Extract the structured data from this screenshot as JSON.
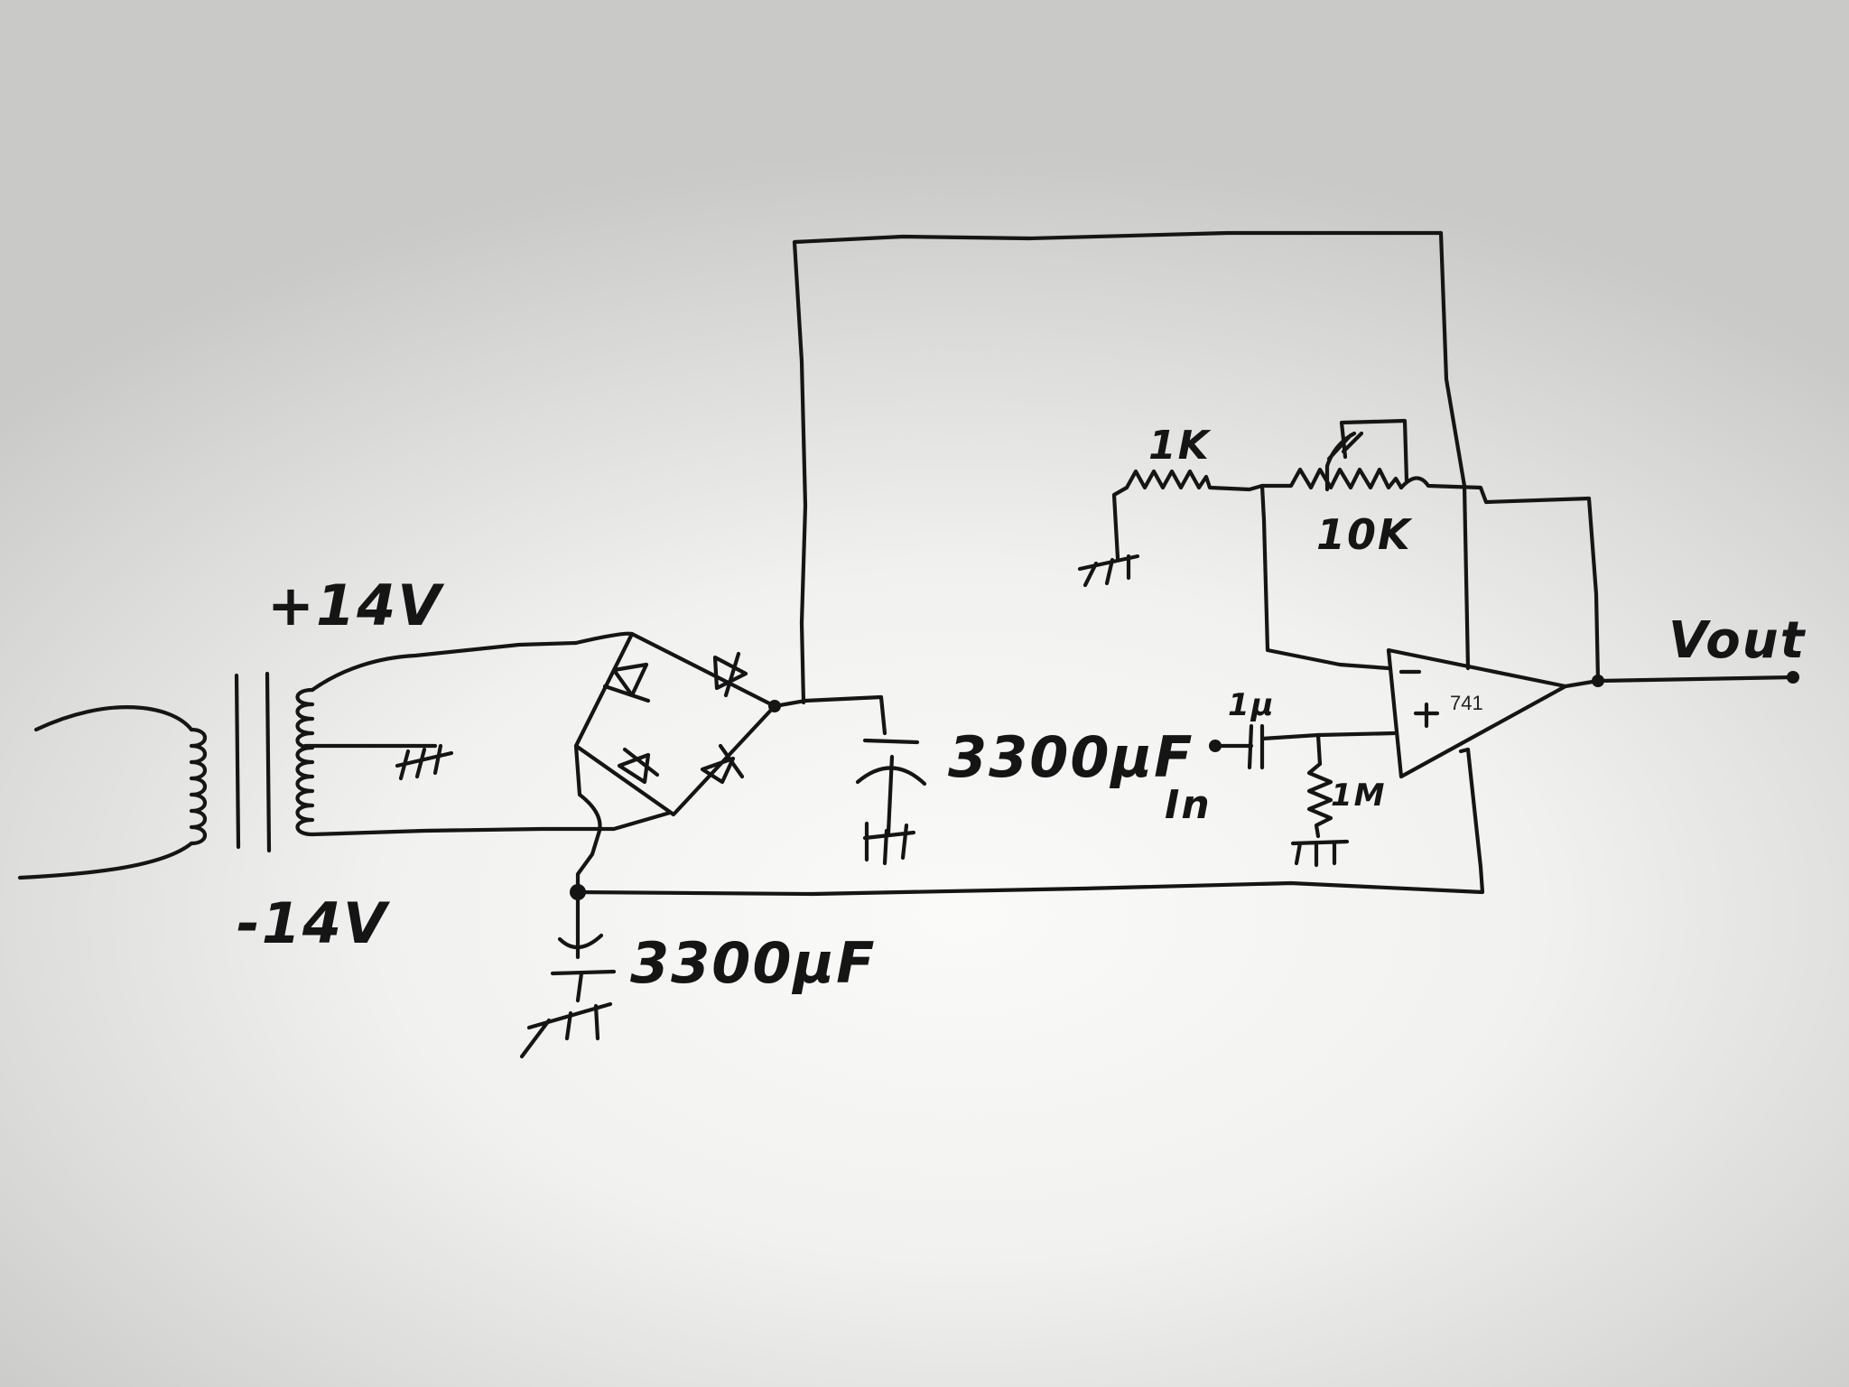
{
  "labels": {
    "pos_rail": "+14V",
    "neg_rail": "-14V",
    "cap_top": "3300μF",
    "cap_bottom": "3300μF",
    "r1": "1K",
    "r_pot": "10K",
    "c_in": "1μ",
    "r_in": "1M",
    "input": "In",
    "output": "Vout",
    "opamp_part": "741",
    "opamp_minus": "−",
    "opamp_plus": "+"
  }
}
